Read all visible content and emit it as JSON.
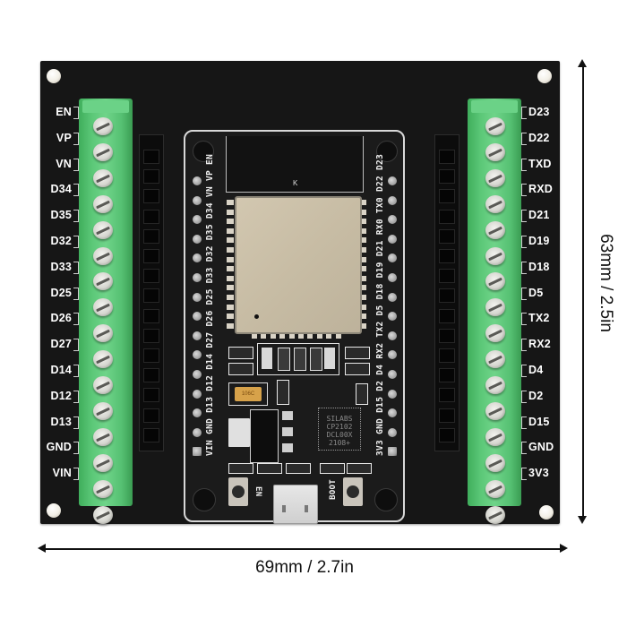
{
  "product": {
    "name": "ESP32 breakout terminal board",
    "board_color": "#161616",
    "terminal_color": "#5cc878"
  },
  "dimensions": {
    "height_label": "63mm / 2.5in",
    "width_label": "69mm / 2.7in"
  },
  "left_terminal": {
    "labels": [
      "EN",
      "VP",
      "VN",
      "D34",
      "D35",
      "D32",
      "D33",
      "D25",
      "D26",
      "D27",
      "D14",
      "D12",
      "D13",
      "GND",
      "VIN"
    ],
    "screw_count": 16
  },
  "right_terminal": {
    "labels": [
      "D23",
      "D22",
      "TXD",
      "RXD",
      "D21",
      "D19",
      "D18",
      "D5",
      "TX2",
      "RX2",
      "D4",
      "D2",
      "D15",
      "GND",
      "3V3"
    ],
    "screw_count": 16
  },
  "devboard": {
    "left_silkscreen": "VIN GND D13 D12 D14 D27 D26 D25 D33 D32 D35 D34 VN VP EN",
    "right_silkscreen": "3V3 GND D15 D2 D4 RX2 TX2 D5 D18 D19 D21 RX0 TX0 D22 D23",
    "module_marking": "K",
    "chip_lines": [
      "SILABS",
      "CP2102",
      "DCL00X",
      "2108+"
    ],
    "capacitor_marking": "106C",
    "buttons": {
      "en_label": "EN",
      "boot_label": "BOOT"
    }
  }
}
